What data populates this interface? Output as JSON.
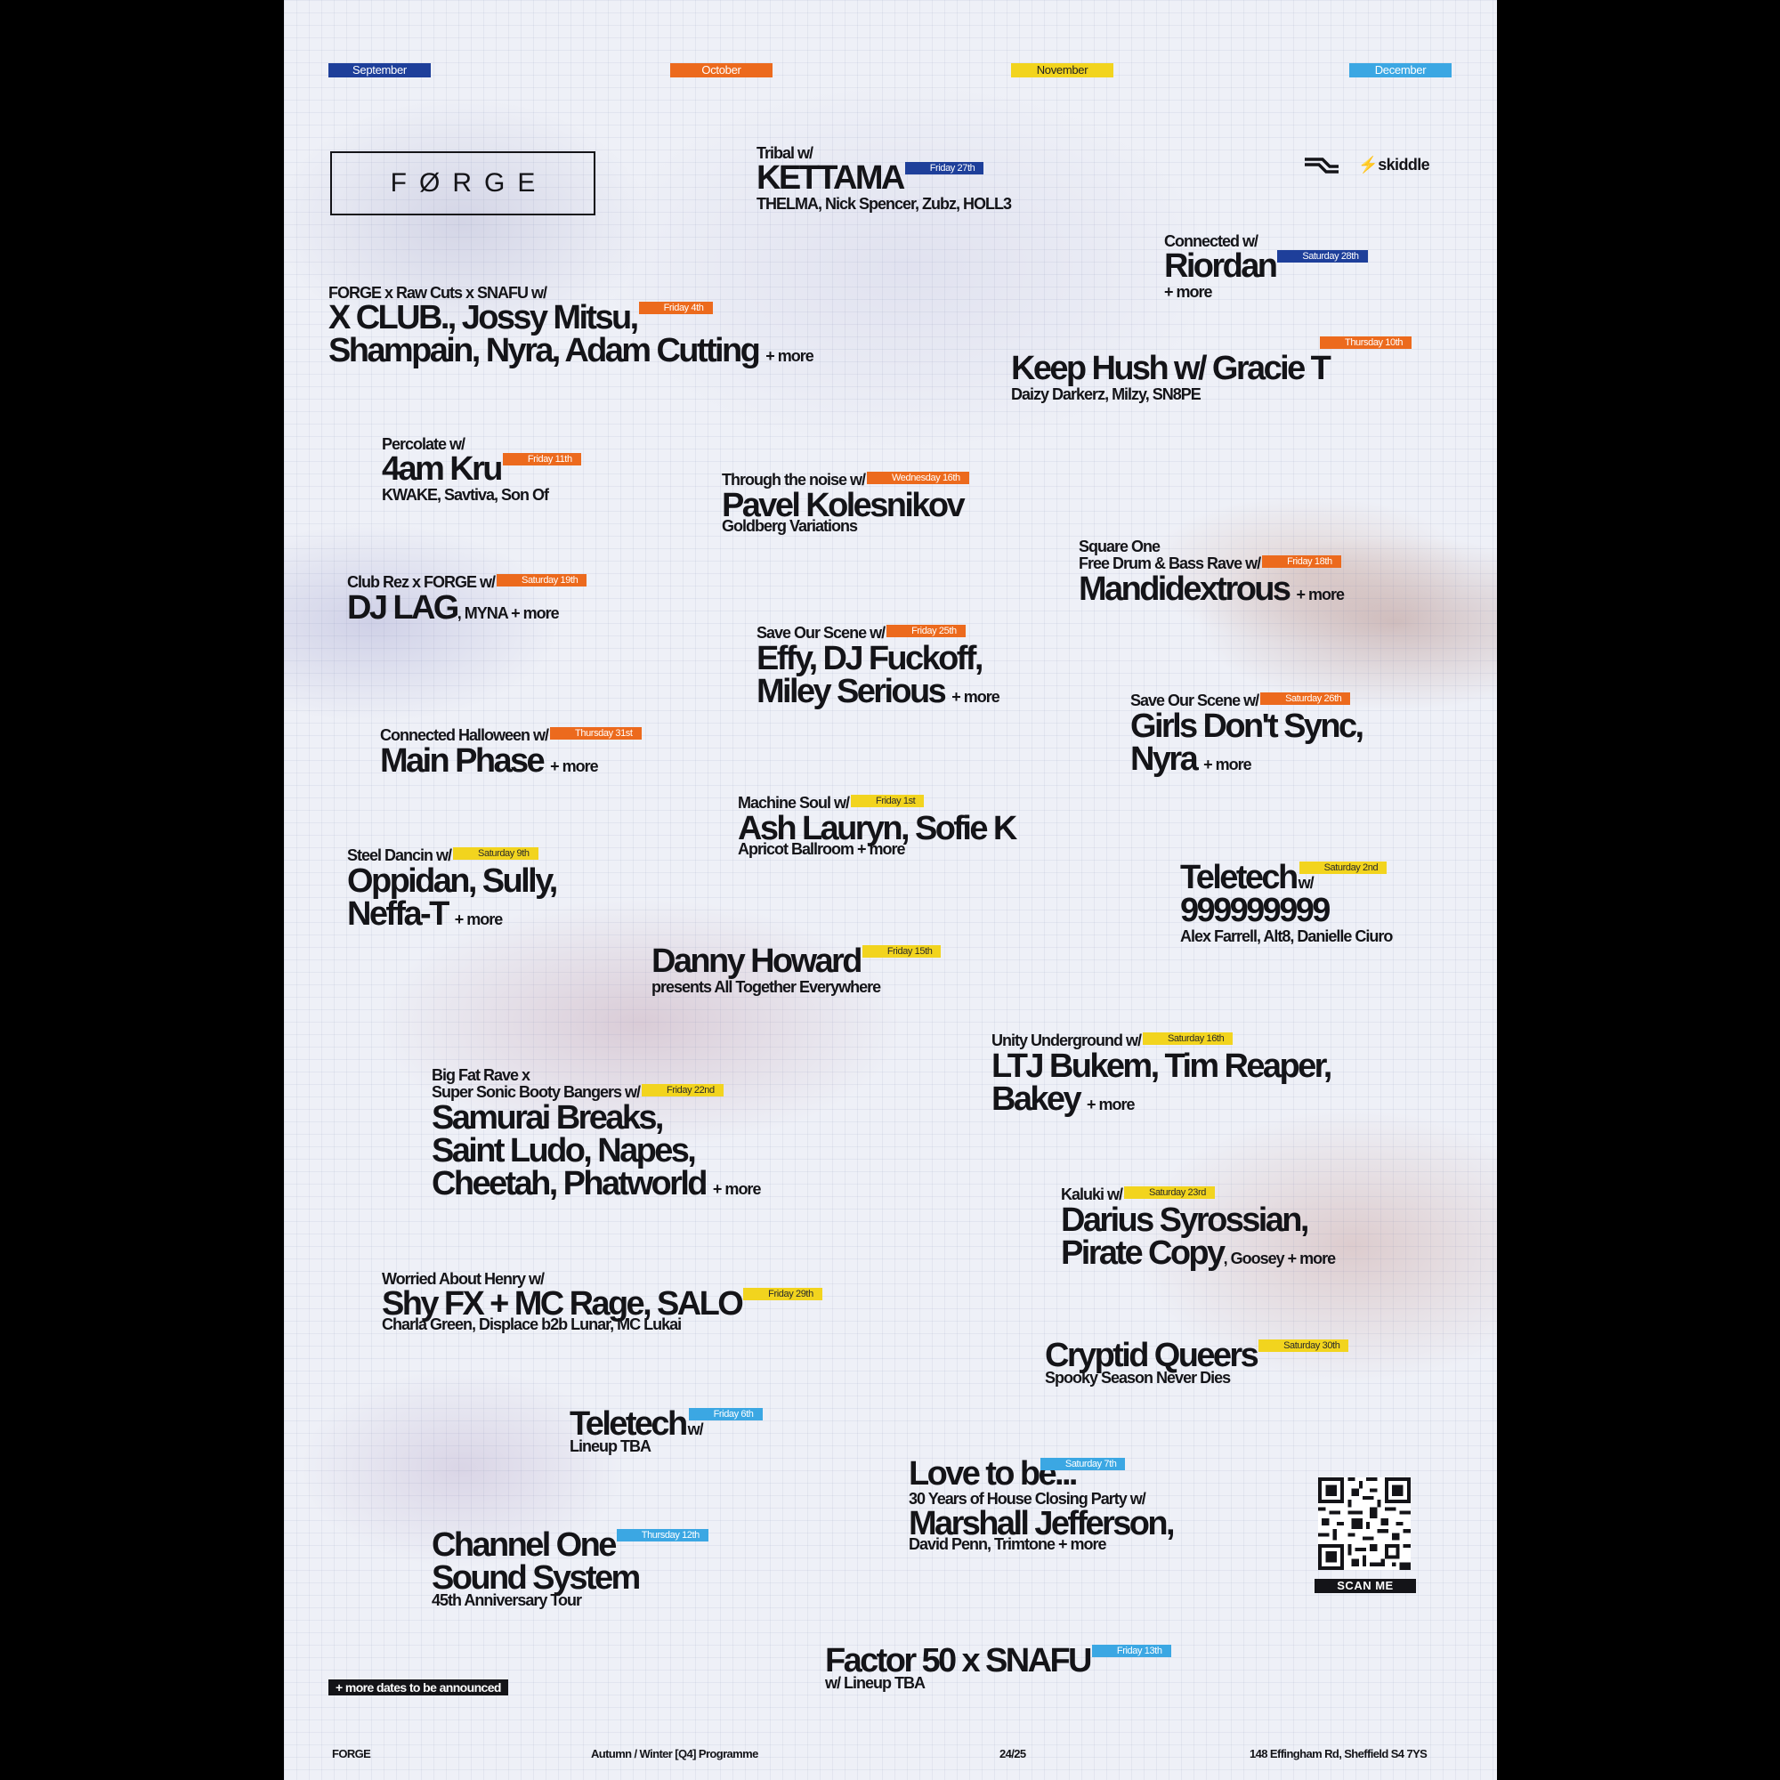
{
  "months": [
    "September",
    "October",
    "November",
    "December"
  ],
  "colors": {
    "september": "#1e3f9a",
    "october": "#ec6a1d",
    "november": "#f2d41e",
    "december": "#3ba7e3"
  },
  "logo": "FØRGE",
  "partners": {
    "ra_icon": "ra-logo-icon",
    "skiddle": "skiddle"
  },
  "events": {
    "kettama": {
      "pre": "Tribal w/",
      "name": "KETTAMA",
      "date": "Friday 27th",
      "sub": "THELMA, Nick Spencer, Zubz, HOLL3"
    },
    "riordan": {
      "pre": "Connected w/",
      "name": "Riordan",
      "date": "Saturday 28th",
      "more": "+ more"
    },
    "xclub": {
      "pre": "FORGE x Raw Cuts x SNAFU w/",
      "line1": "X CLUB., Jossy Mitsu,",
      "line2": "Shampain, Nyra, Adam Cutting",
      "date": "Friday 4th",
      "more": "+ more"
    },
    "keephush": {
      "name": "Keep Hush w/ Gracie T",
      "date": "Thursday 10th",
      "sub": "Daizy Darkerz, Milzy, SN8PE"
    },
    "fouram": {
      "pre": "Percolate w/",
      "name": "4am Kru",
      "date": "Friday 11th",
      "sub": "KWAKE, Savtiva, Son Of"
    },
    "pavel": {
      "pre": "Through the noise w/",
      "name": "Pavel Kolesnikov",
      "date": "Wednesday 16th",
      "sub": "Goldberg Variations"
    },
    "mandi": {
      "pre1": "Square One",
      "pre2": "Free Drum & Bass Rave w/",
      "name": "Mandidextrous",
      "date": "Friday 18th",
      "more": "+ more"
    },
    "djlag": {
      "pre": "Club Rez x FORGE w/",
      "name": "DJ LAG",
      "date": "Saturday 19th",
      "tail": ", MYNA + more"
    },
    "effy": {
      "pre": "Save Our Scene w/",
      "line1": "Effy, DJ Fuckoff,",
      "line2": "Miley Serious",
      "date": "Friday 25th",
      "more": "+ more"
    },
    "girls": {
      "pre": "Save Our Scene w/",
      "line1": "Girls Don't Sync,",
      "line2": "Nyra",
      "date": "Saturday 26th",
      "more": "+ more"
    },
    "mainphase": {
      "pre": "Connected Halloween w/",
      "name": "Main Phase",
      "date": "Thursday 31st",
      "more": "+ more"
    },
    "ash": {
      "pre": "Machine Soul w/",
      "name": "Ash Lauryn, Sofie K",
      "date": "Friday 1st",
      "sub": "Apricot Ballroom + more"
    },
    "oppidan": {
      "pre": "Steel Dancin w/",
      "line1": "Oppidan, Sully,",
      "line2": "Neffa-T",
      "date": "Saturday 9th",
      "more": "+ more"
    },
    "teletech1": {
      "name": "Teletech",
      "w": "w/",
      "line2": "999999999",
      "date": "Saturday 2nd",
      "sub": "Alex Farrell, Alt8, Danielle Ciuro"
    },
    "danny": {
      "name": "Danny Howard",
      "date": "Friday 15th",
      "sub": "presents All Together Everywhere"
    },
    "ltj": {
      "pre": "Unity Underground w/",
      "line1": "LTJ Bukem, Tim Reaper,",
      "line2": "Bakey",
      "date": "Saturday 16th",
      "more": "+ more"
    },
    "samurai": {
      "pre1": "Big Fat Rave x",
      "pre2": "Super Sonic Booty Bangers w/",
      "line1": "Samurai Breaks,",
      "line2": "Saint Ludo, Napes,",
      "line3": "Cheetah, Phatworld",
      "date": "Friday 22nd",
      "more": "+ more"
    },
    "darius": {
      "pre": "Kaluki w/",
      "line1": "Darius Syrossian,",
      "line2": "Pirate Copy",
      "date": "Saturday 23rd",
      "tail": ", Goosey + more"
    },
    "shyfx": {
      "pre": "Worried About Henry w/",
      "name": "Shy FX + MC Rage, SALO",
      "date": "Friday 29th",
      "sub": "Charla Green, Displace b2b Lunar, MC Lukai"
    },
    "cryptid": {
      "name": "Cryptid Queers",
      "date": "Saturday 30th",
      "sub": "Spooky Season Never Dies"
    },
    "teletech2": {
      "name": "Teletech",
      "w": "w/",
      "date": "Friday 6th",
      "sub": "Lineup TBA"
    },
    "love": {
      "name": "Love to be...",
      "date": "Saturday 7th",
      "pre": "30 Years of House Closing Party w/",
      "line2": "Marshall Jefferson,",
      "sub": "David Penn, Trimtone + more"
    },
    "channel": {
      "line1": "Channel One",
      "line2": "Sound System",
      "date": "Thursday 12th",
      "sub": "45th Anniversary Tour"
    },
    "factor": {
      "name": "Factor 50 x SNAFU",
      "date": "Friday 13th",
      "sub": "w/ Lineup TBA"
    }
  },
  "qr": {
    "label": "SCAN ME"
  },
  "more_dates": "+ more dates to be announced",
  "footer": {
    "brand": "FORGE",
    "programme": "Autumn / Winter [Q4] Programme",
    "season": "24/25",
    "address": "148 Effingham Rd, Sheffield S4 7YS"
  }
}
